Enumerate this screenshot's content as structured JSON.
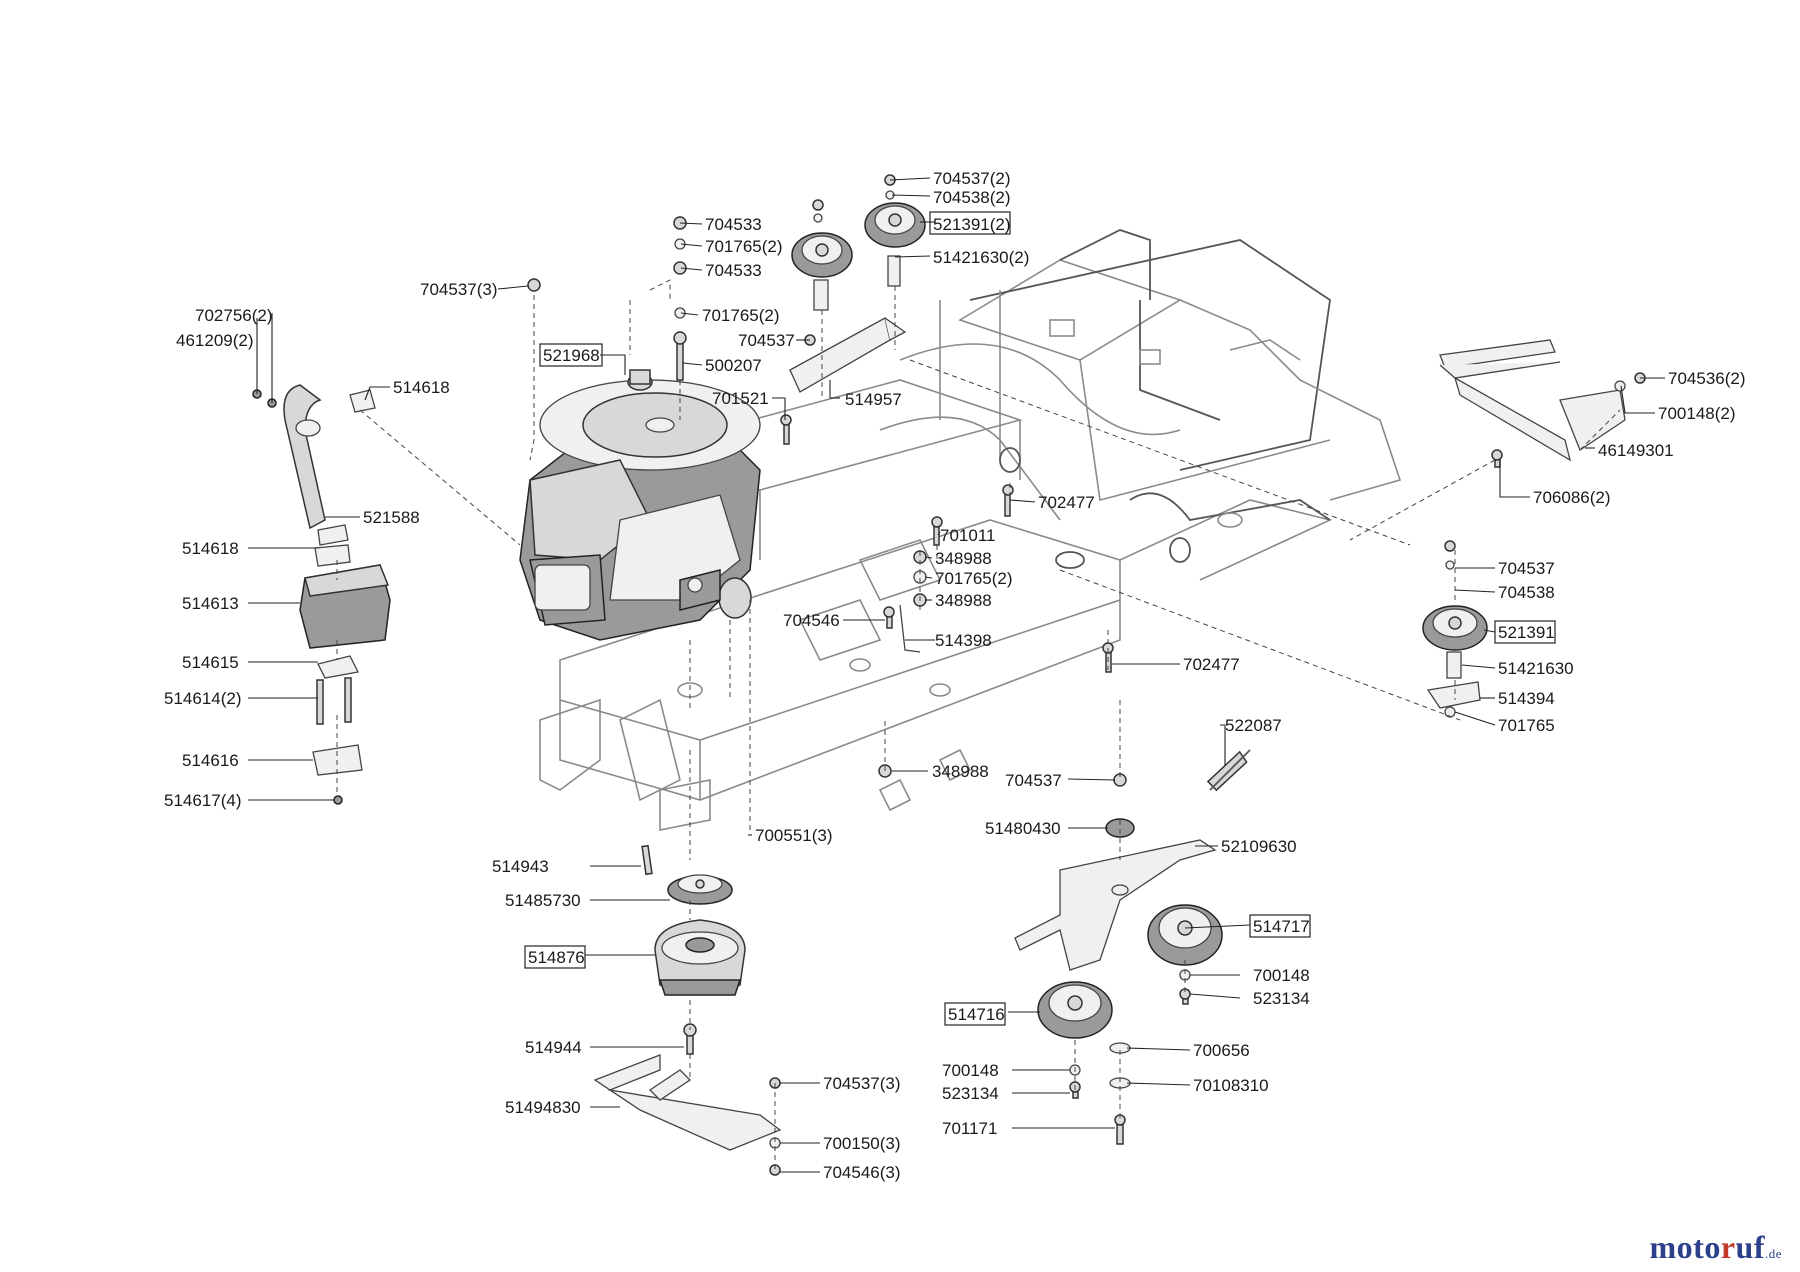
{
  "labels": [
    "704537(2)",
    "704538(2)",
    "521391(2)",
    "51421630(2)",
    "704533",
    "701765(2)",
    "704533",
    "704537(3)",
    "701765(2)",
    "704537",
    "500207",
    "521968",
    "514957",
    "701521",
    "702756(2)",
    "461209(2)",
    "514618",
    "514618",
    "521588",
    "514613",
    "514615",
    "514614(2)",
    "514616",
    "514617(4)",
    "704536(2)",
    "700148(2)",
    "46149301",
    "706086(2)",
    "702477",
    "701011",
    "348988",
    "701765(2)",
    "348988",
    "704546",
    "514398",
    "702477",
    "704537",
    "704538",
    "521391",
    "51421630",
    "514394",
    "701765",
    "522087",
    "348988",
    "704537",
    "51480430",
    "52109630",
    "700551(3)",
    "514943",
    "51485730",
    "514717",
    "514876",
    "700148",
    "523134",
    "514716",
    "514944",
    "704537(3)",
    "700656",
    "700148",
    "523134",
    "70108310",
    "51494830",
    "700150(3)",
    "701171",
    "704546(3)"
  ],
  "logo": {
    "main": "moto",
    "accent": "r",
    "rest": "uf",
    "tld": ".de"
  }
}
